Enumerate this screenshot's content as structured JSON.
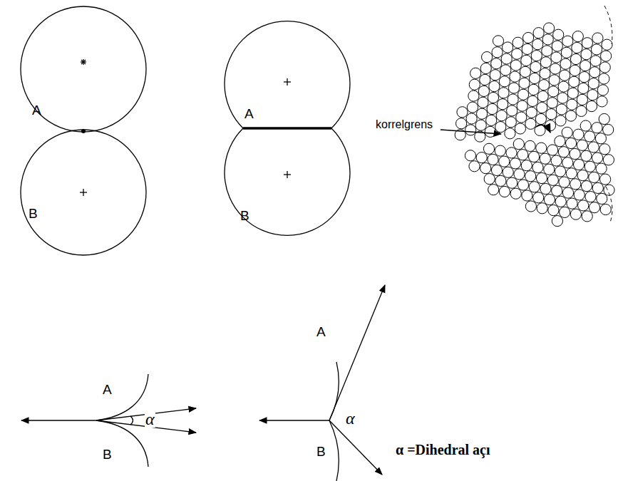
{
  "diagram": {
    "nodes": [
      {
        "text": [
          "A"
        ]
      },
      {
        "text": [
          "B"
        ]
      },
      {
        "text": [
          "A"
        ]
      },
      {
        "text": [
          "B"
        ]
      }
    ],
    "labels": [
      "korrelgrens",
      "A",
      "B",
      "α",
      "A",
      "B",
      "α",
      "α =Dihedral açı"
    ]
  }
}
